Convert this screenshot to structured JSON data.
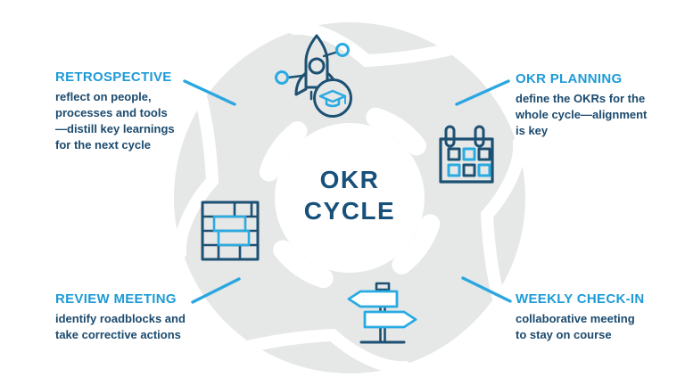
{
  "center": {
    "title_line1": "OKR",
    "title_line2": "CYCLE"
  },
  "sections": [
    {
      "id": "retrospective",
      "heading": "RETROSPECTIVE",
      "lines": [
        "reflect on people,",
        "processes and tools",
        "—distill key learnings",
        "for the next cycle"
      ],
      "icon": "rocket-icon",
      "position": "top-left"
    },
    {
      "id": "okr-planning",
      "heading": "OKR PLANNING",
      "lines": [
        "define the OKRs for the",
        "whole cycle—alignment",
        "is key"
      ],
      "icon": "calendar-icon",
      "position": "top-right"
    },
    {
      "id": "review-meeting",
      "heading": "REVIEW MEETING",
      "lines": [
        "identify roadblocks and",
        "take corrective actions"
      ],
      "icon": "brick-wall-icon",
      "position": "bottom-left"
    },
    {
      "id": "weekly-check-in",
      "heading": "WEEKLY CHECK-IN",
      "lines": [
        "collaborative meeting",
        "to stay on course"
      ],
      "icon": "signpost-icon",
      "position": "bottom-right"
    }
  ],
  "icons": [
    "rocket-icon",
    "calendar-icon",
    "brick-wall-icon",
    "signpost-icon"
  ],
  "colors": {
    "heading_blue": "#1E9BD7",
    "body_navy": "#1B4A6E",
    "title_navy": "#17507A",
    "connector_blue": "#2BA6E0",
    "icon_navy": "#1C5173",
    "icon_blue": "#29ABE2",
    "swirl_gray": "#E6E7E7",
    "background": "#FFFFFF"
  }
}
